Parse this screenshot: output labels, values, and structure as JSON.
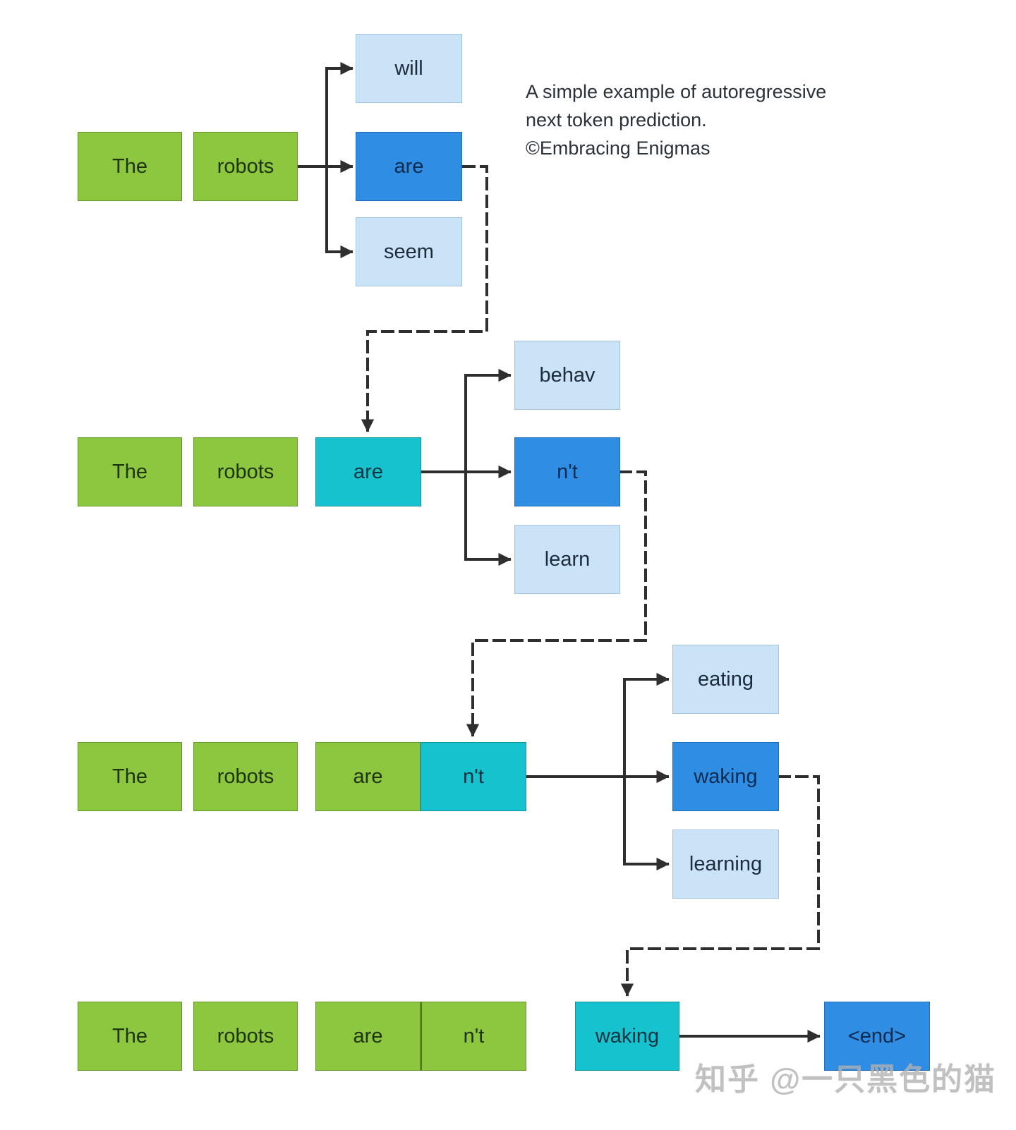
{
  "caption": {
    "line1": "A simple example of autoregressive",
    "line2": "next token prediction.",
    "line3": "©Embracing Enigmas"
  },
  "watermark": "知乎 @一只黑色的猫",
  "colors": {
    "context_token": "#8dc63f",
    "appended_token": "#17c2cf",
    "selected_candidate": "#2f8ee3",
    "unselected_candidate": "#cbe3f7",
    "wire": "#2e2e2e"
  },
  "diagram": {
    "type": "autoregressive-next-token-prediction-flow",
    "rows": [
      {
        "context": [
          "The",
          "robots"
        ],
        "candidates": [
          "will",
          "are",
          "seem"
        ],
        "selected": "are"
      },
      {
        "context": [
          "The",
          "robots",
          "are"
        ],
        "candidates": [
          "behav",
          "n't",
          "learn"
        ],
        "selected": "n't"
      },
      {
        "context": [
          "The",
          "robots",
          "are",
          "n't"
        ],
        "candidates": [
          "eating",
          "waking",
          "learning"
        ],
        "selected": "waking"
      },
      {
        "context": [
          "The",
          "robots",
          "are",
          "n't"
        ],
        "appended": "waking",
        "end_token": "<end>"
      }
    ]
  }
}
